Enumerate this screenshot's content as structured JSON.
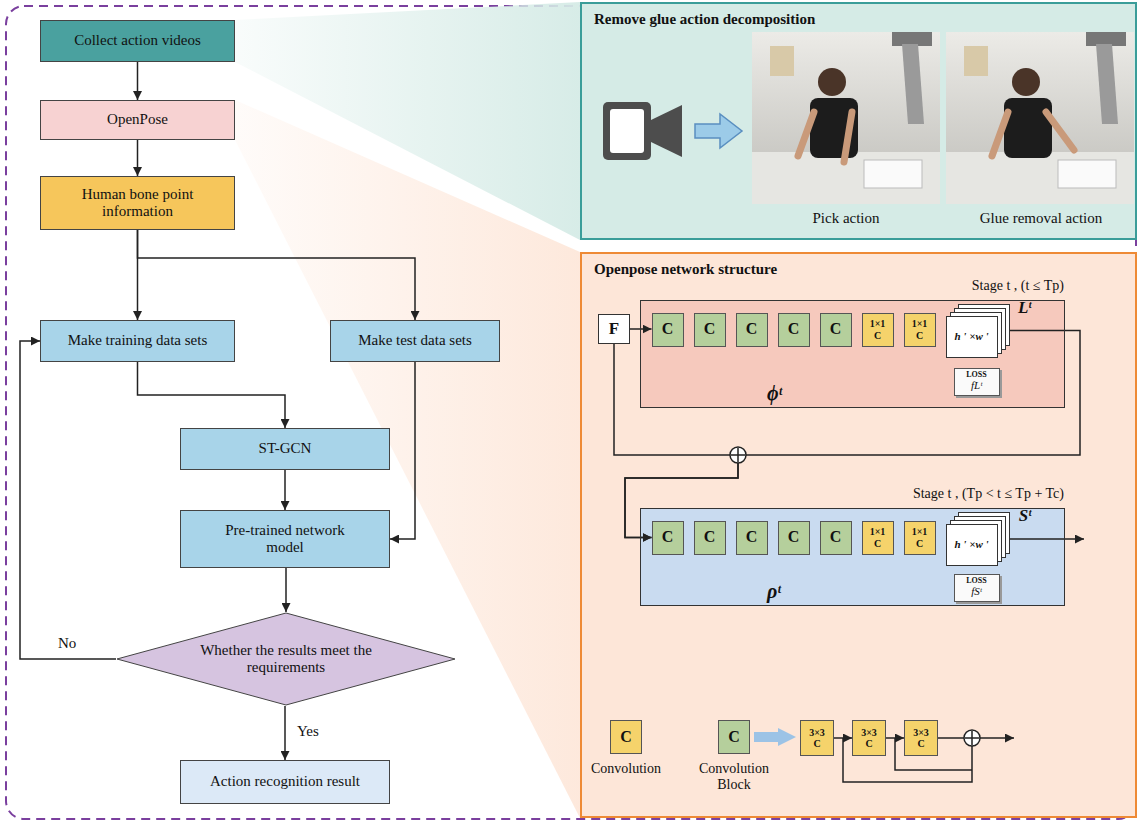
{
  "diagram": {
    "nodes": [
      {
        "text": [
          "Collect action videos"
        ]
      },
      {
        "text": [
          "OpenPose"
        ]
      },
      {
        "text": [
          "Human bone point information"
        ]
      },
      {
        "text": [
          "Make training data sets"
        ]
      },
      {
        "text": [
          "Make test data sets"
        ]
      },
      {
        "text": [
          "ST-GCN"
        ]
      },
      {
        "text": [
          "Pre-trained network model"
        ]
      },
      {
        "text": [
          "Whether the results meet the requirements"
        ]
      },
      {
        "text": [
          "Action recognition result"
        ]
      },
      {
        "text": [
          "Remove glue action decomposition"
        ]
      },
      {
        "text": [
          "Openpose network structure"
        ]
      },
      {
        "text": [
          "F"
        ],
        "in": 10
      },
      {
        "text": [
          "Stage t , (t ≤ Tp)",
          "ϕᵗ"
        ],
        "in": 10
      },
      {
        "text": [
          "C"
        ],
        "in": 12
      },
      {
        "text": [
          "C"
        ],
        "in": 12
      },
      {
        "text": [
          "C"
        ],
        "in": 12
      },
      {
        "text": [
          "C"
        ],
        "in": 12
      },
      {
        "text": [
          "C"
        ],
        "in": 12
      },
      {
        "text": [
          "1×1 C"
        ],
        "in": 12
      },
      {
        "text": [
          "1×1 C"
        ],
        "in": 12
      },
      {
        "text": [
          "Lᵗ",
          "h ' ×w '"
        ],
        "in": 12
      },
      {
        "text": [
          "LOSS",
          "fLᵗ"
        ],
        "in": 12
      },
      {
        "text": [
          "Stage t , (Tp < t ≤ Tp + Tc)",
          "ρᵗ"
        ],
        "in": 10
      },
      {
        "text": [
          "C"
        ],
        "in": 22
      },
      {
        "text": [
          "C"
        ],
        "in": 22
      },
      {
        "text": [
          "C"
        ],
        "in": 22
      },
      {
        "text": [
          "C"
        ],
        "in": 22
      },
      {
        "text": [
          "C"
        ],
        "in": 22
      },
      {
        "text": [
          "1×1 C"
        ],
        "in": 22
      },
      {
        "text": [
          "1×1 C"
        ],
        "in": 22
      },
      {
        "text": [
          "Sᵗ",
          "h ' ×w '"
        ],
        "in": 22
      },
      {
        "text": [
          "LOSS",
          "fSᵗ"
        ],
        "in": 22
      },
      {
        "text": [
          "C",
          "Convolution"
        ],
        "in": 10
      },
      {
        "text": [
          "C",
          "Convolution Block"
        ],
        "in": 10
      },
      {
        "text": [
          "3×3 C"
        ],
        "in": 10
      },
      {
        "text": [
          "3×3 C"
        ],
        "in": 10
      },
      {
        "text": [
          "3×3 C"
        ],
        "in": 10
      }
    ],
    "edges": [
      {
        "from": 0,
        "to": 1,
        "arrow": "to"
      },
      {
        "from": 1,
        "to": 2,
        "arrow": "to"
      },
      {
        "from": 2,
        "to": 3,
        "arrow": "to"
      },
      {
        "from": 2,
        "to": 4,
        "arrow": "to"
      },
      {
        "from": 3,
        "to": 5,
        "arrow": "to"
      },
      {
        "from": 5,
        "to": 6,
        "arrow": "to"
      },
      {
        "from": 4,
        "to": 6,
        "arrow": "to"
      },
      {
        "from": 6,
        "to": 7,
        "arrow": "to"
      },
      {
        "from": 7,
        "to": 8,
        "label": "Yes",
        "arrow": "to"
      },
      {
        "from": 7,
        "to": 3,
        "label": "No",
        "arrow": "to"
      },
      {
        "from": 11,
        "to": 13,
        "arrow": "to"
      },
      {
        "from": 20,
        "to": 23,
        "arrow": "to"
      },
      {
        "from": 11,
        "to": 23,
        "arrow": "to"
      },
      {
        "from": 33,
        "to": 34,
        "arrow": "to"
      },
      {
        "from": 34,
        "to": 35,
        "arrow": "to"
      },
      {
        "from": 35,
        "to": 36,
        "arrow": "to"
      }
    ],
    "labels": [
      "Pick action",
      "Glue removal action"
    ]
  }
}
